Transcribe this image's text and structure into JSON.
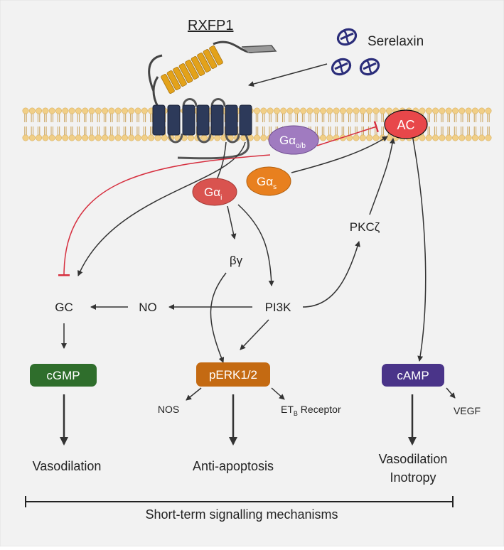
{
  "receptor": {
    "name": "RXFP1"
  },
  "ligand": {
    "name": "Serelaxin"
  },
  "gproteins": {
    "gao": {
      "base": "Gα",
      "sub": "o/b",
      "color": "#a07bc0"
    },
    "gai": {
      "base": "Gα",
      "sub": "i",
      "color": "#d9534f"
    },
    "gas": {
      "base": "Gα",
      "sub": "s",
      "color": "#e8801f"
    }
  },
  "effectors": {
    "ac": {
      "label": "AC",
      "color": "#e8474a"
    },
    "pkc": "PKCζ",
    "bg": "βγ",
    "pi3k": "PI3K",
    "no": "NO",
    "gc": "GC"
  },
  "messengers": {
    "cgmp": {
      "label": "cGMP",
      "color": "#2f6e2c"
    },
    "perk": {
      "label": "pERK1/2",
      "color": "#c46a12"
    },
    "camp": {
      "label": "cAMP",
      "color": "#4a3489"
    }
  },
  "targets": {
    "nos": "NOS",
    "etb": {
      "base": "ET",
      "sub": "B",
      "rest": " Receptor"
    },
    "vegf": "VEGF"
  },
  "outcomes": {
    "vasodilation": "Vasodilation",
    "antiapoptosis": "Anti-apoptosis",
    "vaso_inotropy": [
      "Vasodilation",
      "Inotropy"
    ]
  },
  "timeline": {
    "label": "Short-term signalling mechanisms"
  },
  "colors": {
    "background": "#f2f2f2",
    "membrane_head": "#f1cf87",
    "receptor_body": "#2d3a5a",
    "receptor_domain": "#e3a21a",
    "inhibition": "#d62f3f",
    "arrow": "#333333",
    "ligand": "#2b2d7a"
  }
}
